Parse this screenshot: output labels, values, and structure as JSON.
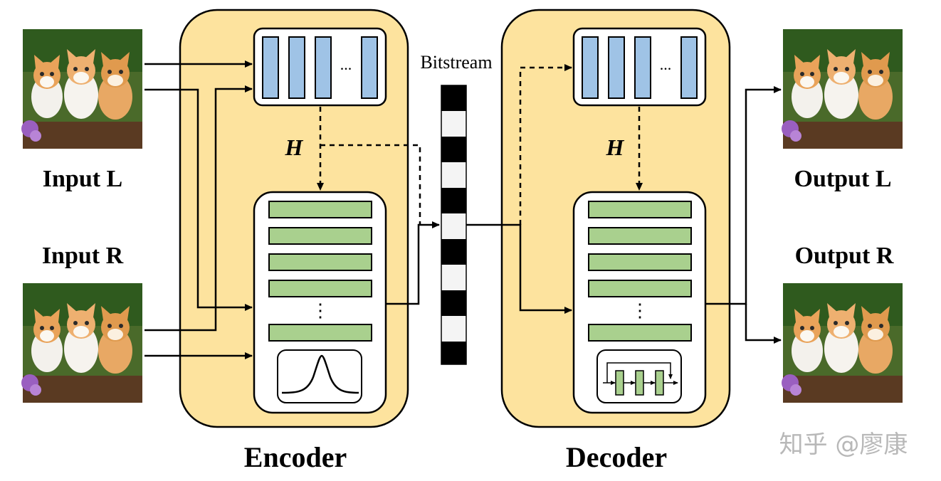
{
  "labels": {
    "input_l": "Input L",
    "input_r": "Input R",
    "output_l": "Output L",
    "output_r": "Output R",
    "encoder": "Encoder",
    "decoder": "Decoder",
    "bitstream": "Bitstream",
    "h_encoder": "H",
    "h_decoder": "H",
    "ellipsis_top": "...",
    "vertical_ellipsis": "⋮"
  },
  "watermark": "知乎 @廖康",
  "colors": {
    "module_fill": "#fde39e",
    "blue_block": "#9fc3e6",
    "green_block": "#a9d08e",
    "line": "#000000",
    "watermark": "#b8b8b8"
  },
  "icons": {
    "encoder_distribution": "gaussian-curve-icon",
    "decoder_residual": "residual-block-icon",
    "images": "kitten-photo"
  }
}
